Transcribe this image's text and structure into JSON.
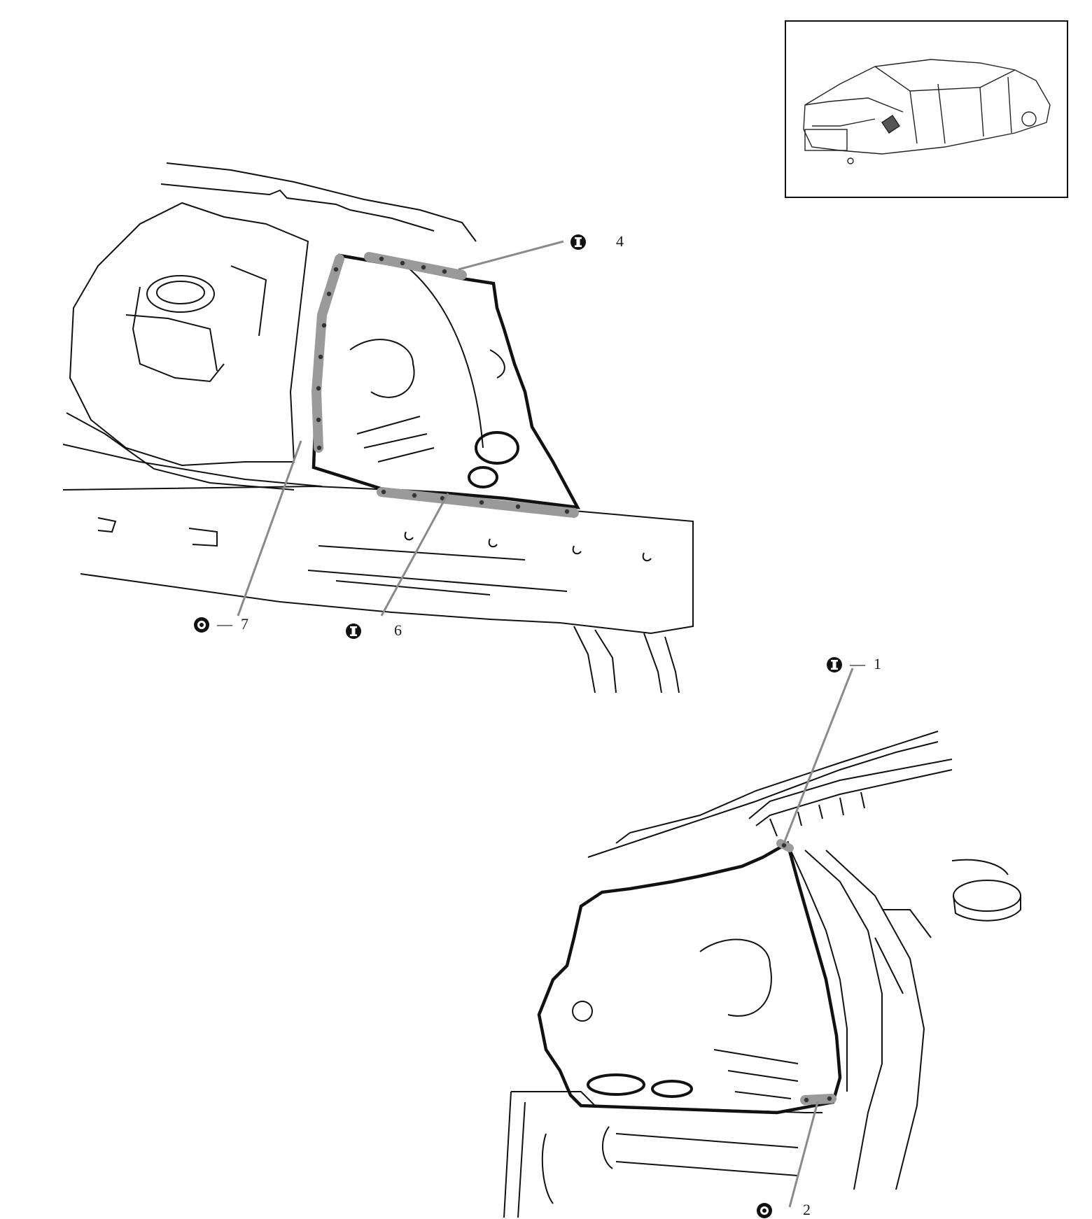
{
  "callouts": {
    "c4": {
      "number": "4",
      "symbol": "weld-i-icon"
    },
    "c6": {
      "number": "6",
      "symbol": "weld-i-icon"
    },
    "c7": {
      "number": "7",
      "symbol": "weld-o-icon",
      "dash": "—"
    },
    "c1": {
      "number": "1",
      "symbol": "weld-i-icon",
      "dash": "—"
    },
    "c2": {
      "number": "2",
      "symbol": "weld-o-icon"
    }
  },
  "colors": {
    "line": "#111111",
    "leader": "#8a8a8a",
    "weld_band": "#9a9a9a",
    "symbol_fill": "#111111"
  }
}
